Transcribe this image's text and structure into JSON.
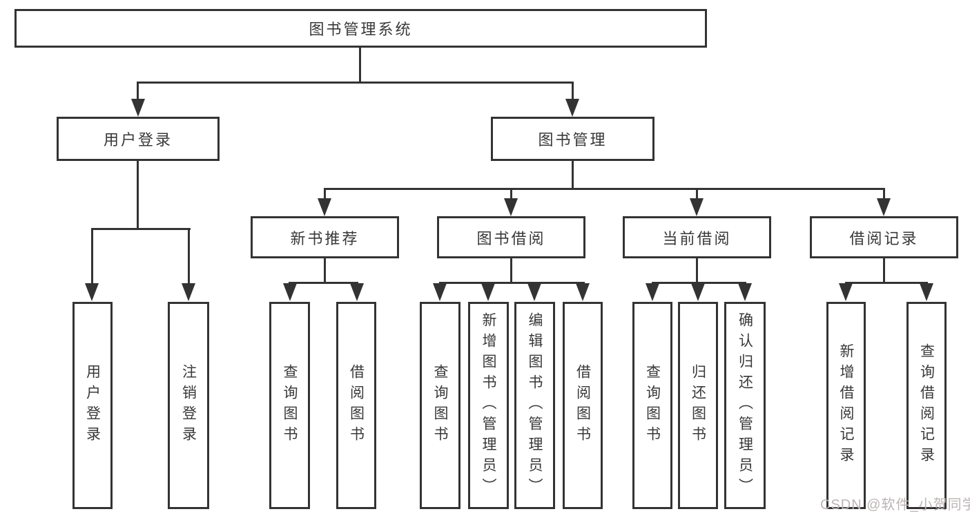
{
  "tree": {
    "label": "图书管理系统",
    "children": [
      {
        "label": "用户登录",
        "children": [
          {
            "label": "用户登录"
          },
          {
            "label": "注销登录"
          }
        ]
      },
      {
        "label": "图书管理",
        "children": [
          {
            "label": "新书推荐",
            "children": [
              {
                "label": "查询图书"
              },
              {
                "label": "借阅图书"
              }
            ]
          },
          {
            "label": "图书借阅",
            "children": [
              {
                "label": "查询图书"
              },
              {
                "label": "新增图书（管理员）"
              },
              {
                "label": "编辑图书（管理员）"
              },
              {
                "label": "借阅图书"
              }
            ]
          },
          {
            "label": "当前借阅",
            "children": [
              {
                "label": "查询图书"
              },
              {
                "label": "归还图书"
              },
              {
                "label": "确认归还（管理员）"
              }
            ]
          },
          {
            "label": "借阅记录",
            "children": [
              {
                "label": "新增借阅记录"
              },
              {
                "label": "查询借阅记录"
              }
            ]
          }
        ]
      }
    ]
  },
  "watermark": "CSDN @软件_小贺同学",
  "colors": {
    "line": "#333333",
    "text": "#383838",
    "watermark": "#bdb4b4",
    "background": "#ffffff"
  }
}
